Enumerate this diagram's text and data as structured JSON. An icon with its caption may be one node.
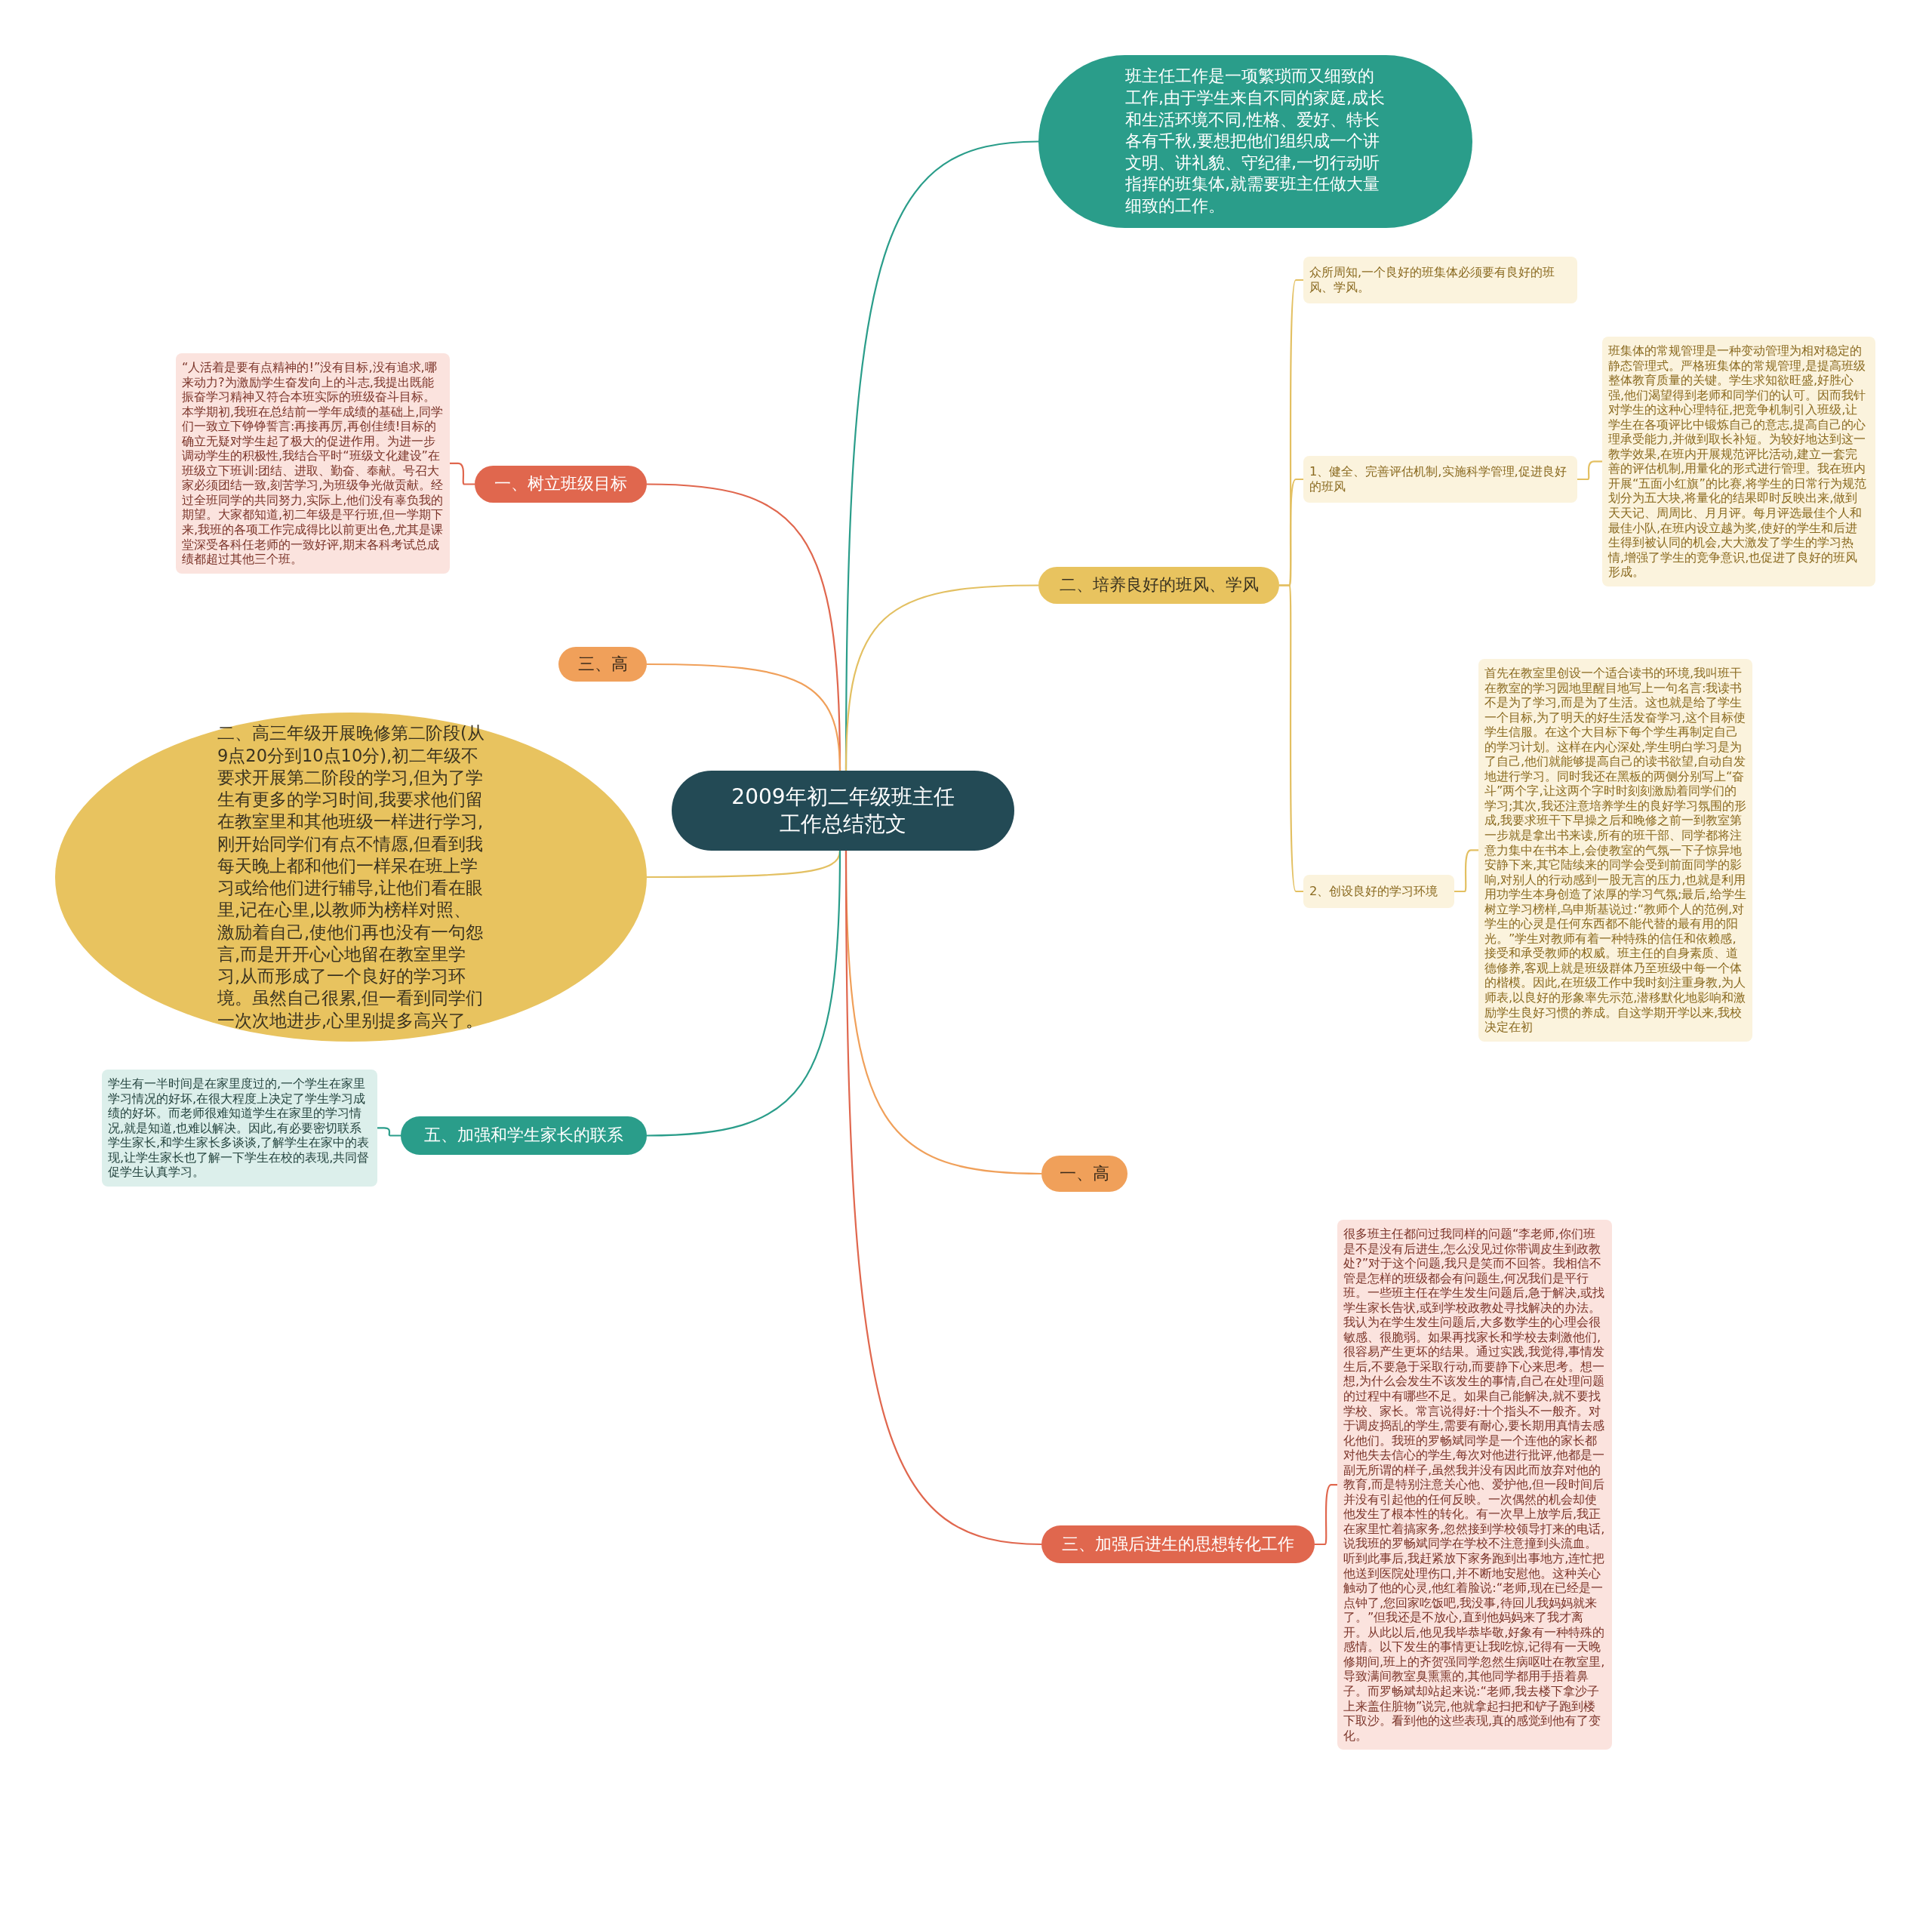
{
  "diagram": {
    "nodes": [
      {
        "text": [
          "2009年初二年级班主任工作总结范文"
        ]
      },
      {
        "text": [
          "班主任工作是一项繁琐而又细致的工作,由于学生来自不同的家庭,成长和生活环境不同,性格、爱好、特长各有千秋,要想把他们组织成一个讲文明、讲礼貌、守纪律,一切行动听指挥的班集体,就需要班主任做大量细致的工作。"
        ]
      },
      {
        "text": [
          "二、培养良好的班风、学风"
        ]
      },
      {
        "text": [
          "众所周知,一个良好的班集体必须要有良好的班风、学风。"
        ]
      },
      {
        "text": [
          "1、健全、完善评估机制,实施科学管理,促进良好的班风"
        ]
      },
      {
        "text": [
          "班集体的常规管理是一种变动管理为相对稳定的静态管理式。严格班集体的常规管理,是提高班级整体教育质量的关键。学生求知欲旺盛,好胜心强,他们渴望得到老师和同学们的认可。因而我针对学生的这种心理特征,把竞争机制引入班级,让学生在各项评比中锻炼自己的意志,提高自己的心理承受能力,并做到取长补短。为较好地达到这一教学效果,在班内开展规范评比活动,建立一套完善的评估机制,用量化的形式进行管理。我在班内开展“五面小红旗”的比赛,将学生的日常行为规范划分为五大块,将量化的结果即时反映出来,做到天天记、周周比、月月评。每月评选最佳个人和最佳小队,在班内设立越为奖,使好的学生和后进生得到被认同的机会,大大激发了学生的学习热情,增强了学生的竞争意识,也促进了良好的班风形成。"
        ]
      },
      {
        "text": [
          "2、创设良好的学习环境"
        ]
      },
      {
        "text": [
          "首先在教室里创设一个适合读书的环境,我叫班干在教室的学习园地里醒目地写上一句名言:我读书不是为了学习,而是为了生活。这也就是给了学生一个目标,为了明天的好生活发奋学习,这个目标使学生信服。在这个大目标下每个学生再制定自己的学习计划。这样在内心深处,学生明白学习是为了自己,他们就能够提高自己的读书欲望,自动自发地进行学习。同时我还在黑板的两侧分别写上“奋斗”两个字,让这两个字时时刻刻激励着同学们的学习;其次,我还注意培养学生的良好学习氛围的形成,我要求班干下早操之后和晚修之前一到教室第一步就是拿出书来读,所有的班干部、同学都将注意力集中在书本上,会使教室的气氛一下子惊异地安静下来,其它陆续来的同学会受到前面同学的影响,对别人的行动感到一股无言的压力,也就是利用用功学生本身创造了浓厚的学习气氛;最后,给学生树立学习榜样,乌申斯基说过:“教师个人的范例,对学生的心灵是任何东西都不能代替的最有用的阳光。”学生对教师有着一种特殊的信任和依赖感,接受和承受教师的权威。班主任的自身素质、道德修养,客观上就是班级群体乃至班级中每一个体的楷模。因此,在班级工作中我时刻注重身教,为人师表,以良好的形象率先示范,潜移默化地影响和激励学生良好习惯的养成。自这学期开学以来,我校决定在初"
        ]
      },
      {
        "text": [
          "一、高"
        ]
      },
      {
        "text": [
          "三、加强后进生的思想转化工作"
        ]
      },
      {
        "text": [
          "很多班主任都问过我同样的问题“李老师,你们班是不是没有后进生,怎么没见过你带调皮生到政教处?”对于这个问题,我只是笑而不回答。我相信不管是怎样的班级都会有问题生,何况我们是平行班。一些班主任在学生发生问题后,急于解决,或找学生家长告状,或到学校政教处寻找解决的办法。我认为在学生发生问题后,大多数学生的心理会很敏感、很脆弱。如果再找家长和学校去刺激他们,很容易产生更坏的结果。通过实践,我觉得,事情发生后,不要急于采取行动,而要静下心来思考。想一想,为什么会发生不该发生的事情,自己在处理问题的过程中有哪些不足。如果自己能解决,就不要找学校、家长。常言说得好:十个指头不一般齐。对于调皮捣乱的学生,需要有耐心,要长期用真情去感化他们。我班的罗畅斌同学是一个连他的家长都对他失去信心的学生,每次对他进行批评,他都是一副无所谓的样子,虽然我并没有因此而放弃对他的教育,而是特别注意关心他、爱护他,但一段时间后并没有引起他的任何反映。一次偶然的机会却使他发生了根本性的转化。有一次早上放学后,我正在家里忙着搞家务,忽然接到学校领导打来的电话,说我班的罗畅斌同学在学校不注意撞到头流血。听到此事后,我赶紧放下家务跑到出事地方,连忙把他送到医院处理伤口,并不断地安慰他。这种关心触动了他的心灵,他红着脸说:“老师,现在已经是一点钟了,您回家吃饭吧,我没事,待回儿我妈妈就来了。”但我还是不放心,直到他妈妈来了我才离开。从此以后,他见我毕恭毕敬,好象有一种特殊的感情。以下发生的事情更让我吃惊,记得有一天晚修期间,班上的齐贺强同学忽然生病呕吐在教室里,导致满间教室臭熏熏的,其他同学都用手捂着鼻子。而罗畅斌却站起来说:“老师,我去楼下拿沙子上来盖住脏物”说完,他就拿起扫把和铲子跑到楼下取沙。看到他的这些表现,真的感觉到他有了变化。"
        ]
      },
      {
        "text": [
          "一、树立班级目标"
        ]
      },
      {
        "text": [
          "“人活着是要有点精神的!”没有目标,没有追求,哪来动力?为激励学生奋发向上的斗志,我提出既能振奋学习精神又符合本班实际的班级奋斗目标。本学期初,我班在总结前一学年成绩的基础上,同学们一致立下铮铮誓言:再接再厉,再创佳绩!目标的确立无疑对学生起了极大的促进作用。为进一步调动学生的积极性,我结合平时“班级文化建设”在班级立下班训:团结、进取、勤奋、奉献。号召大家必须团结一致,刻苦学习,为班级争光做贡献。经过全班同学的共同努力,实际上,他们没有辜负我的期望。大家都知道,初二年级是平行班,但一学期下来,我班的各项工作完成得比以前更出色,尤其是课堂深受各科任老师的一致好评,期末各科考试总成绩都超过其他三个班。"
        ]
      },
      {
        "text": [
          "三、高"
        ]
      },
      {
        "text": [
          "二、高三年级开展晚修第二阶段(从9点20分到10点10分),初二年级不要求开展第二阶段的学习,但为了学生有更多的学习时间,我要求他们留在教室里和其他班级一样进行学习,刚开始同学们有点不情愿,但看到我每天晚上都和他们一样呆在班上学习或给他们进行辅导,让他们看在眼里,记在心里,以教师为榜样对照、激励着自己,使他们再也没有一句怨言,而是开开心心地留在教室里学习,从而形成了一个良好的学习环境。虽然自己很累,但一看到同学们一次次地进步,心里别提多高兴了。"
        ]
      },
      {
        "text": [
          "五、加强和学生家长的联系"
        ]
      },
      {
        "text": [
          "学生有一半时间是在家里度过的,一个学生在家里学习情况的好坏,在很大程度上决定了学生学习成绩的好坏。而老师很难知道学生在家里的学习情况,就是知道,也难以解决。因此,有必要密切联系学生家长,和学生家长多谈谈,了解学生在家中的表现,让学生家长也了解一下学生在校的表现,共同督促学生认真学习。"
        ]
      }
    ],
    "edges": [
      {
        "from": 0,
        "to": 1,
        "arrow": "none",
        "color": "#2a9d8a"
      },
      {
        "from": 0,
        "to": 2,
        "arrow": "none",
        "color": "#e3c062"
      },
      {
        "from": 2,
        "to": 3,
        "arrow": "none",
        "color": "#e3c062"
      },
      {
        "from": 2,
        "to": 4,
        "arrow": "none",
        "color": "#e3c062"
      },
      {
        "from": 4,
        "to": 5,
        "arrow": "none",
        "color": "#e3c062"
      },
      {
        "from": 2,
        "to": 6,
        "arrow": "none",
        "color": "#e3c062"
      },
      {
        "from": 6,
        "to": 7,
        "arrow": "none",
        "color": "#e3c062"
      },
      {
        "from": 0,
        "to": 8,
        "arrow": "none",
        "color": "#f0a05a"
      },
      {
        "from": 0,
        "to": 9,
        "arrow": "none",
        "color": "#e0674e"
      },
      {
        "from": 9,
        "to": 10,
        "arrow": "none",
        "color": "#e0674e"
      },
      {
        "from": 0,
        "to": 11,
        "arrow": "none",
        "color": "#e0674e"
      },
      {
        "from": 11,
        "to": 12,
        "arrow": "none",
        "color": "#e0674e"
      },
      {
        "from": 0,
        "to": 13,
        "arrow": "none",
        "color": "#f0a05a"
      },
      {
        "from": 0,
        "to": 14,
        "arrow": "none",
        "color": "#e3c062"
      },
      {
        "from": 0,
        "to": 15,
        "arrow": "none",
        "color": "#2a9d8a"
      },
      {
        "from": 15,
        "to": 16,
        "arrow": "none",
        "color": "#2a9d8a"
      }
    ]
  }
}
